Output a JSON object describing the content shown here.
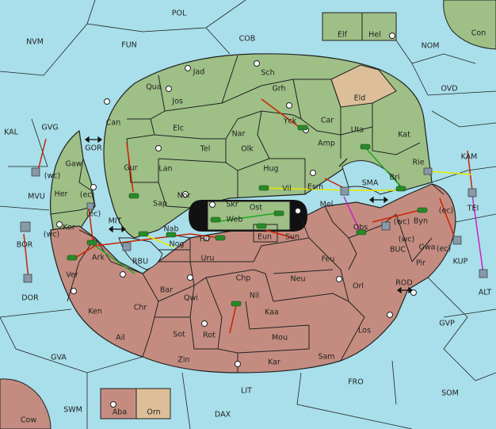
{
  "colors": {
    "sea": "#a8dfea",
    "land_green": "#9ebf86",
    "land_red": "#c48c80",
    "land_tan": "#dcbf98",
    "border": "#222222",
    "move_red": "#cc2200",
    "move_green": "#22aa22",
    "move_yellow": "#e8e800",
    "move_magenta": "#d020c0"
  },
  "labels": {
    "POL": "POL",
    "NVM": "NVM",
    "FUN": "FUN",
    "COB": "COB",
    "NOM": "NOM",
    "Con": "Con",
    "Elf": "Elf",
    "Hel": "Hel",
    "OVD": "OVD",
    "KAL": "KAL",
    "GVG": "GVG",
    "Jad": "Jad",
    "Sch": "Sch",
    "Qua": "Qua",
    "Grh": "Grh",
    "Eld": "Eld",
    "Jos": "Jos",
    "Can": "Can",
    "Car": "Car",
    "Yck": "Yck",
    "Uta": "Uta",
    "Kat": "Kat",
    "Elc": "Elc",
    "Nar": "Nar",
    "Amp": "Amp",
    "GOR": "GOR",
    "Tel": "Tel",
    "Olk": "Olk",
    "Gaw": "Gaw",
    "Gur": "Gur",
    "Rie": "Rie",
    "KAM": "KAM",
    "Lan": "Lan",
    "Hug": "Hug",
    "wc1": "(wc)",
    "MVU": "MVU",
    "Bri": "Bri",
    "Her": "Her",
    "ec1": "(ec)",
    "Nor": "Nor",
    "Vil": "Vil",
    "Esm": "Esm",
    "SMA": "SMA",
    "Sap": "Sap",
    "Skr": "Skr",
    "Mel": "Mel",
    "TEI": "TEI",
    "ec2": "(ec)",
    "Ost": "Ost",
    "ec3": "(ec)",
    "Web": "Web",
    "Byn": "Byn",
    "MIT": "MIT",
    "Kor": "Kor",
    "Obs": "Obs",
    "wc2": "(wc)",
    "Nab": "Nab",
    "BOR": "BOR",
    "Hil": "Hil",
    "Eun": "Eun",
    "Sun": "Sun",
    "wc3": "(wc)",
    "Gwa": "Gwa",
    "ec4": "(ec)",
    "Nog": "Nog",
    "Ark": "Ark",
    "BUC": "BUC",
    "RBU": "RBU",
    "Uru": "Uru",
    "Feu": "Feu",
    "KUP": "KUP",
    "Ver": "Ver",
    "Pir": "Pir",
    "Chp": "Chp",
    "Neu": "Neu",
    "DOR": "DOR",
    "ALT": "ALT",
    "Orl": "Orl",
    "Bar": "Bar",
    "Qwi": "Qwi",
    "Nil": "Nil",
    "ROD": "ROD",
    "Chr": "Chr",
    "Ken": "Ken",
    "Kaa": "Kaa",
    "GVP": "GVP",
    "Ail": "Ail",
    "Sot": "Sot",
    "Rot": "Rot",
    "Los": "Los",
    "Mou": "Mou",
    "GVA": "GVA",
    "Zin": "Zin",
    "Kar": "Kar",
    "Sam": "Sam",
    "FRO": "FRO",
    "LIT": "LIT",
    "SOM": "SOM",
    "Aba": "Aba",
    "Orn": "Orn",
    "SWM": "SWM",
    "DAX": "DAX",
    "Cow": "Cow"
  }
}
